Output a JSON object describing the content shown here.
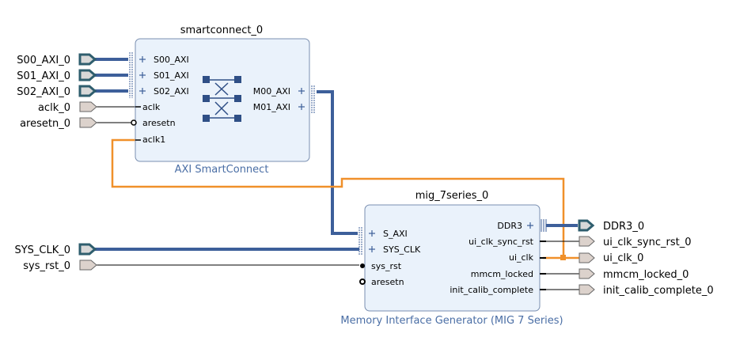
{
  "blocks": {
    "smartconnect": {
      "name": "smartconnect_0",
      "ip": "AXI SmartConnect",
      "pins_left": [
        "S00_AXI",
        "S01_AXI",
        "S02_AXI",
        "aclk",
        "aresetn",
        "aclk1"
      ],
      "pins_right": [
        "M00_AXI",
        "M01_AXI"
      ]
    },
    "mig": {
      "name": "mig_7series_0",
      "ip": "Memory Interface Generator (MIG 7 Series)",
      "pins_left": [
        "S_AXI",
        "SYS_CLK",
        "sys_rst",
        "aresetn"
      ],
      "pins_right": [
        "DDR3",
        "ui_clk_sync_rst",
        "ui_clk",
        "mmcm_locked",
        "init_calib_complete"
      ]
    }
  },
  "ports_in": [
    "S00_AXI_0",
    "S01_AXI_0",
    "S02_AXI_0",
    "aclk_0",
    "aresetn_0",
    "SYS_CLK_0",
    "sys_rst_0"
  ],
  "ports_out": [
    "DDR3_0",
    "ui_clk_sync_rst_0",
    "ui_clk_0",
    "mmcm_locked_0",
    "init_calib_complete_0"
  ],
  "colors": {
    "bus": "#3d5f9a",
    "clock_net": "#f0902a",
    "block_fill": "#eaf2fb"
  }
}
